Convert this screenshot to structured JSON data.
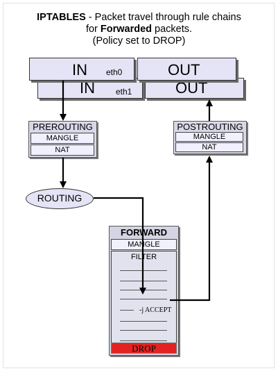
{
  "title": {
    "line1_bold": "IPTABLES",
    "line1_rest": " - Packet travel through rule chains",
    "line2_pre": "for ",
    "line2_bold": "Forwarded",
    "line2_post": " packets.",
    "line3": "(Policy set to DROP)"
  },
  "interfaces": {
    "eth0": {
      "in_label": "IN",
      "iface": "eth0",
      "out_label": "OUT"
    },
    "eth1": {
      "in_label": "IN",
      "iface": "eth1",
      "out_label": "OUT"
    }
  },
  "prerouting": {
    "title": "PREROUTING",
    "tables": [
      "MANGLE",
      "NAT"
    ]
  },
  "postrouting": {
    "title": "POSTROUTING",
    "tables": [
      "MANGLE",
      "NAT"
    ]
  },
  "routing": {
    "label": "ROUTING"
  },
  "forward": {
    "title": "FORWARD",
    "tables": [
      "MANGLE",
      "FILTER"
    ],
    "accept_rule": "-j ACCEPT",
    "policy": "DROP",
    "policy_color": "#e52222"
  },
  "colors": {
    "box_fill": "#e4e4f6",
    "arrow": "#000000"
  }
}
